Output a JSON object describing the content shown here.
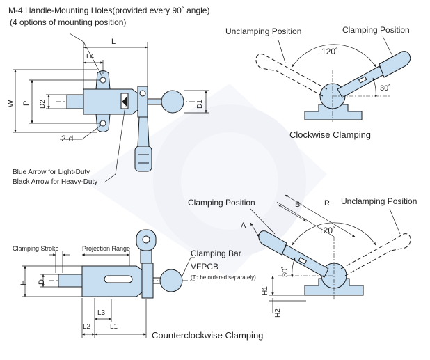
{
  "top_left": {
    "note_line1": "M-4 Handle-Mounting Holes(provided every 90˚ angle)",
    "note_line2": "(4 options of mounting position)",
    "dim_L": "L",
    "dim_L4": "L4",
    "dim_W": "W",
    "dim_P": "P",
    "dim_D2": "D2",
    "dim_D1": "D1",
    "hole_label": "2-d",
    "arrow_note_line1": "Blue Arrow for Light-Duty",
    "arrow_note_line2": "Black Arrow for Heavy-Duty"
  },
  "top_right": {
    "unclamping_label": "Unclamping Position",
    "clamping_label": "Clamping Position",
    "angle_main": "120˚",
    "angle_small": "30˚",
    "caption": "Clockwise Clamping"
  },
  "bottom_left": {
    "clamping_stroke": "Clamping Stroke",
    "projection_range": "Projection Range",
    "clamping_bar": "Clamping Bar",
    "part_code": "VFPCB",
    "order_note": "(To be ordered separately)",
    "dim_H": "H",
    "dim_D": "D",
    "dim_L2": "L2",
    "dim_L3": "L3",
    "dim_L1": "L1",
    "caption": "Counterclockwise Clamping"
  },
  "bottom_right": {
    "clamping_label": "Clamping Position",
    "unclamping_label": "Unclamping Position",
    "dim_A": "A",
    "dim_B": "B",
    "dim_R": "R",
    "angle_main": "120˚",
    "angle_small": "30˚",
    "dim_H1": "H1",
    "dim_H2": "H2"
  },
  "colors": {
    "body_fill": "#c8dff2",
    "stroke": "#1a1a1a",
    "watermark": "#e6ebf5"
  }
}
